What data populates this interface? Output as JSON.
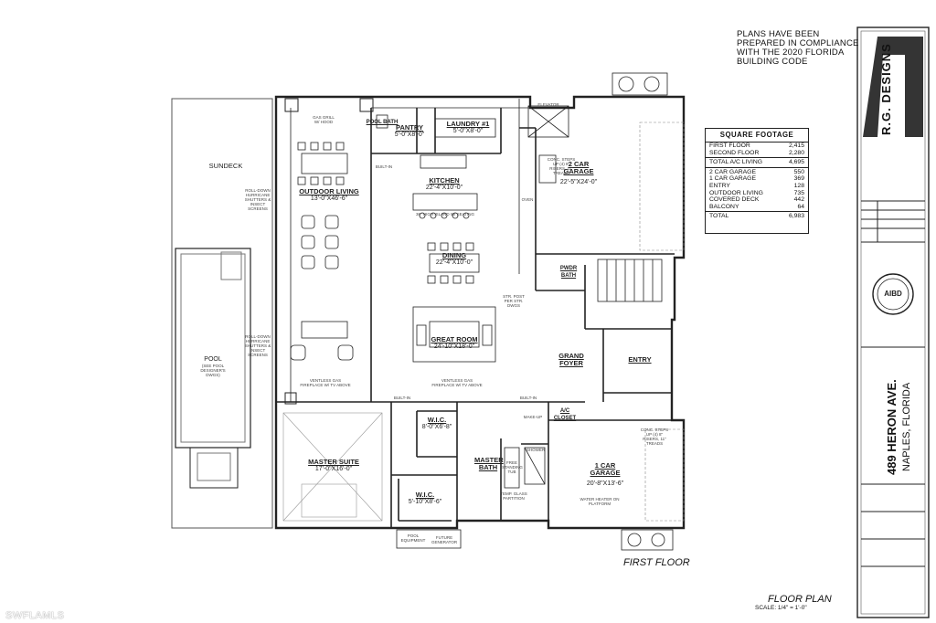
{
  "compliance": {
    "lines": [
      "PLANS HAVE BEEN",
      "PREPARED IN COMPLIANCE",
      "WITH THE 2020 FLORIDA",
      "BUILDING CODE"
    ]
  },
  "square_footage": {
    "title": "SQUARE FOOTAGE",
    "group1": [
      {
        "label": "FIRST FLOOR",
        "value": "2,415"
      },
      {
        "label": "SECOND FLOOR",
        "value": "2,280"
      }
    ],
    "living": {
      "label": "TOTAL A/C LIVING",
      "value": "4,695"
    },
    "group2": [
      {
        "label": "2 CAR GARAGE",
        "value": "550"
      },
      {
        "label": "1 CAR GARAGE",
        "value": "369"
      },
      {
        "label": "ENTRY",
        "value": "128"
      },
      {
        "label": "OUTDOOR LIVING",
        "value": "735"
      },
      {
        "label": "COVERED DECK",
        "value": "442"
      },
      {
        "label": "BALCONY",
        "value": "64"
      }
    ],
    "total": {
      "label": "TOTAL",
      "value": "6,983"
    }
  },
  "titles": {
    "first_floor": "FIRST FLOOR",
    "floor_plan": "FLOOR PLAN",
    "scale": "SCALE: 1/4\" = 1'-0\""
  },
  "title_block": {
    "firm": "R.G. DESIGNS",
    "address": "489 HERON AVE.",
    "city": "NAPLES, FLORIDA",
    "badge": "AIBD"
  },
  "watermark": "SWFLAMLS",
  "rooms": {
    "sundeck": "SUNDECK",
    "outdoor_living": "OUTDOOR LIVING",
    "outdoor_living_dim": "13'-0\"X46'-6\"",
    "pool_bath": "POOL BATH",
    "pantry": "PANTRY",
    "pantry_dim": "5'-0\"X8'-0\"",
    "laundry": "LAUNDRY #1",
    "laundry_dim": "5'-0\"X8'-0\"",
    "kitchen": "KITCHEN",
    "kitchen_dim": "22'-4\"X10'-0\"",
    "island_note": "36\" HIGH ISLAND W/ SEATING",
    "dining": "DINING",
    "dining_dim": "22'-4\"X10'-0\"",
    "great_room": "GREAT ROOM",
    "great_room_dim": "24'-10\"X18'-0\"",
    "garage2": "2 CAR GARAGE",
    "garage2_dim": "22'-5\"X24'-0\"",
    "pwdr_bath": "PWDR BATH",
    "grand_foyer": "GRAND FOYER",
    "entry": "ENTRY",
    "ac_closet": "A/C CLOSET",
    "wic1": "W.I.C.",
    "wic1_dim": "8'-0\"X6'-8\"",
    "wic2": "W.I.C.",
    "wic2_dim": "5'-10\"X8'-6\"",
    "master_suite": "MASTER SUITE",
    "master_suite_dim": "17'-0\"X16'-0\"",
    "master_bath": "MASTER BATH",
    "garage1": "1 CAR GARAGE",
    "garage1_dim": "20'-8\"X13'-6\"",
    "pool": "POOL",
    "pool_note": "(SEE POOL DESIGNER'S DWGS)",
    "pool_equipment": "POOL EQUIPMENT",
    "future_generator": "FUTURE GENERATOR",
    "elevator": "ELEVATOR",
    "built_in_1": "BUILT-IN",
    "built_in_2": "BUILT-IN",
    "built_in_3": "BUILT-IN",
    "fireplace1": "VENTLESS GAS FIREPLACE W/ TV ABOVE",
    "fireplace2": "VENTLESS GAS FIREPLACE W/ TV ABOVE",
    "shutters1": "ROLL-DOWN HURRICANE SHUTTERS & INSECT SCREENS",
    "shutters2": "ROLL-DOWN HURRICANE SHUTTERS & INSECT SCREENS",
    "gas_grill": "GAS GRILL W/ HOOD",
    "oven": "OVEN",
    "free_tub": "FREE STANDING TUB",
    "temp_glass": "TEMP. GLASS PARTITION",
    "shower": "SHOWER",
    "make_up": "MAKE-UP",
    "conc_steps_1": "CONC. STEPS UP (4) 8\" RISERS, 11\" TREADS",
    "conc_steps_2": "CONC. STEPS UP (4) 8\" RISERS, 11\" TREADS",
    "water_heater": "WATER HEATER ON PLATFORM",
    "str_post": "STR. POST PER STR. DWGS"
  }
}
